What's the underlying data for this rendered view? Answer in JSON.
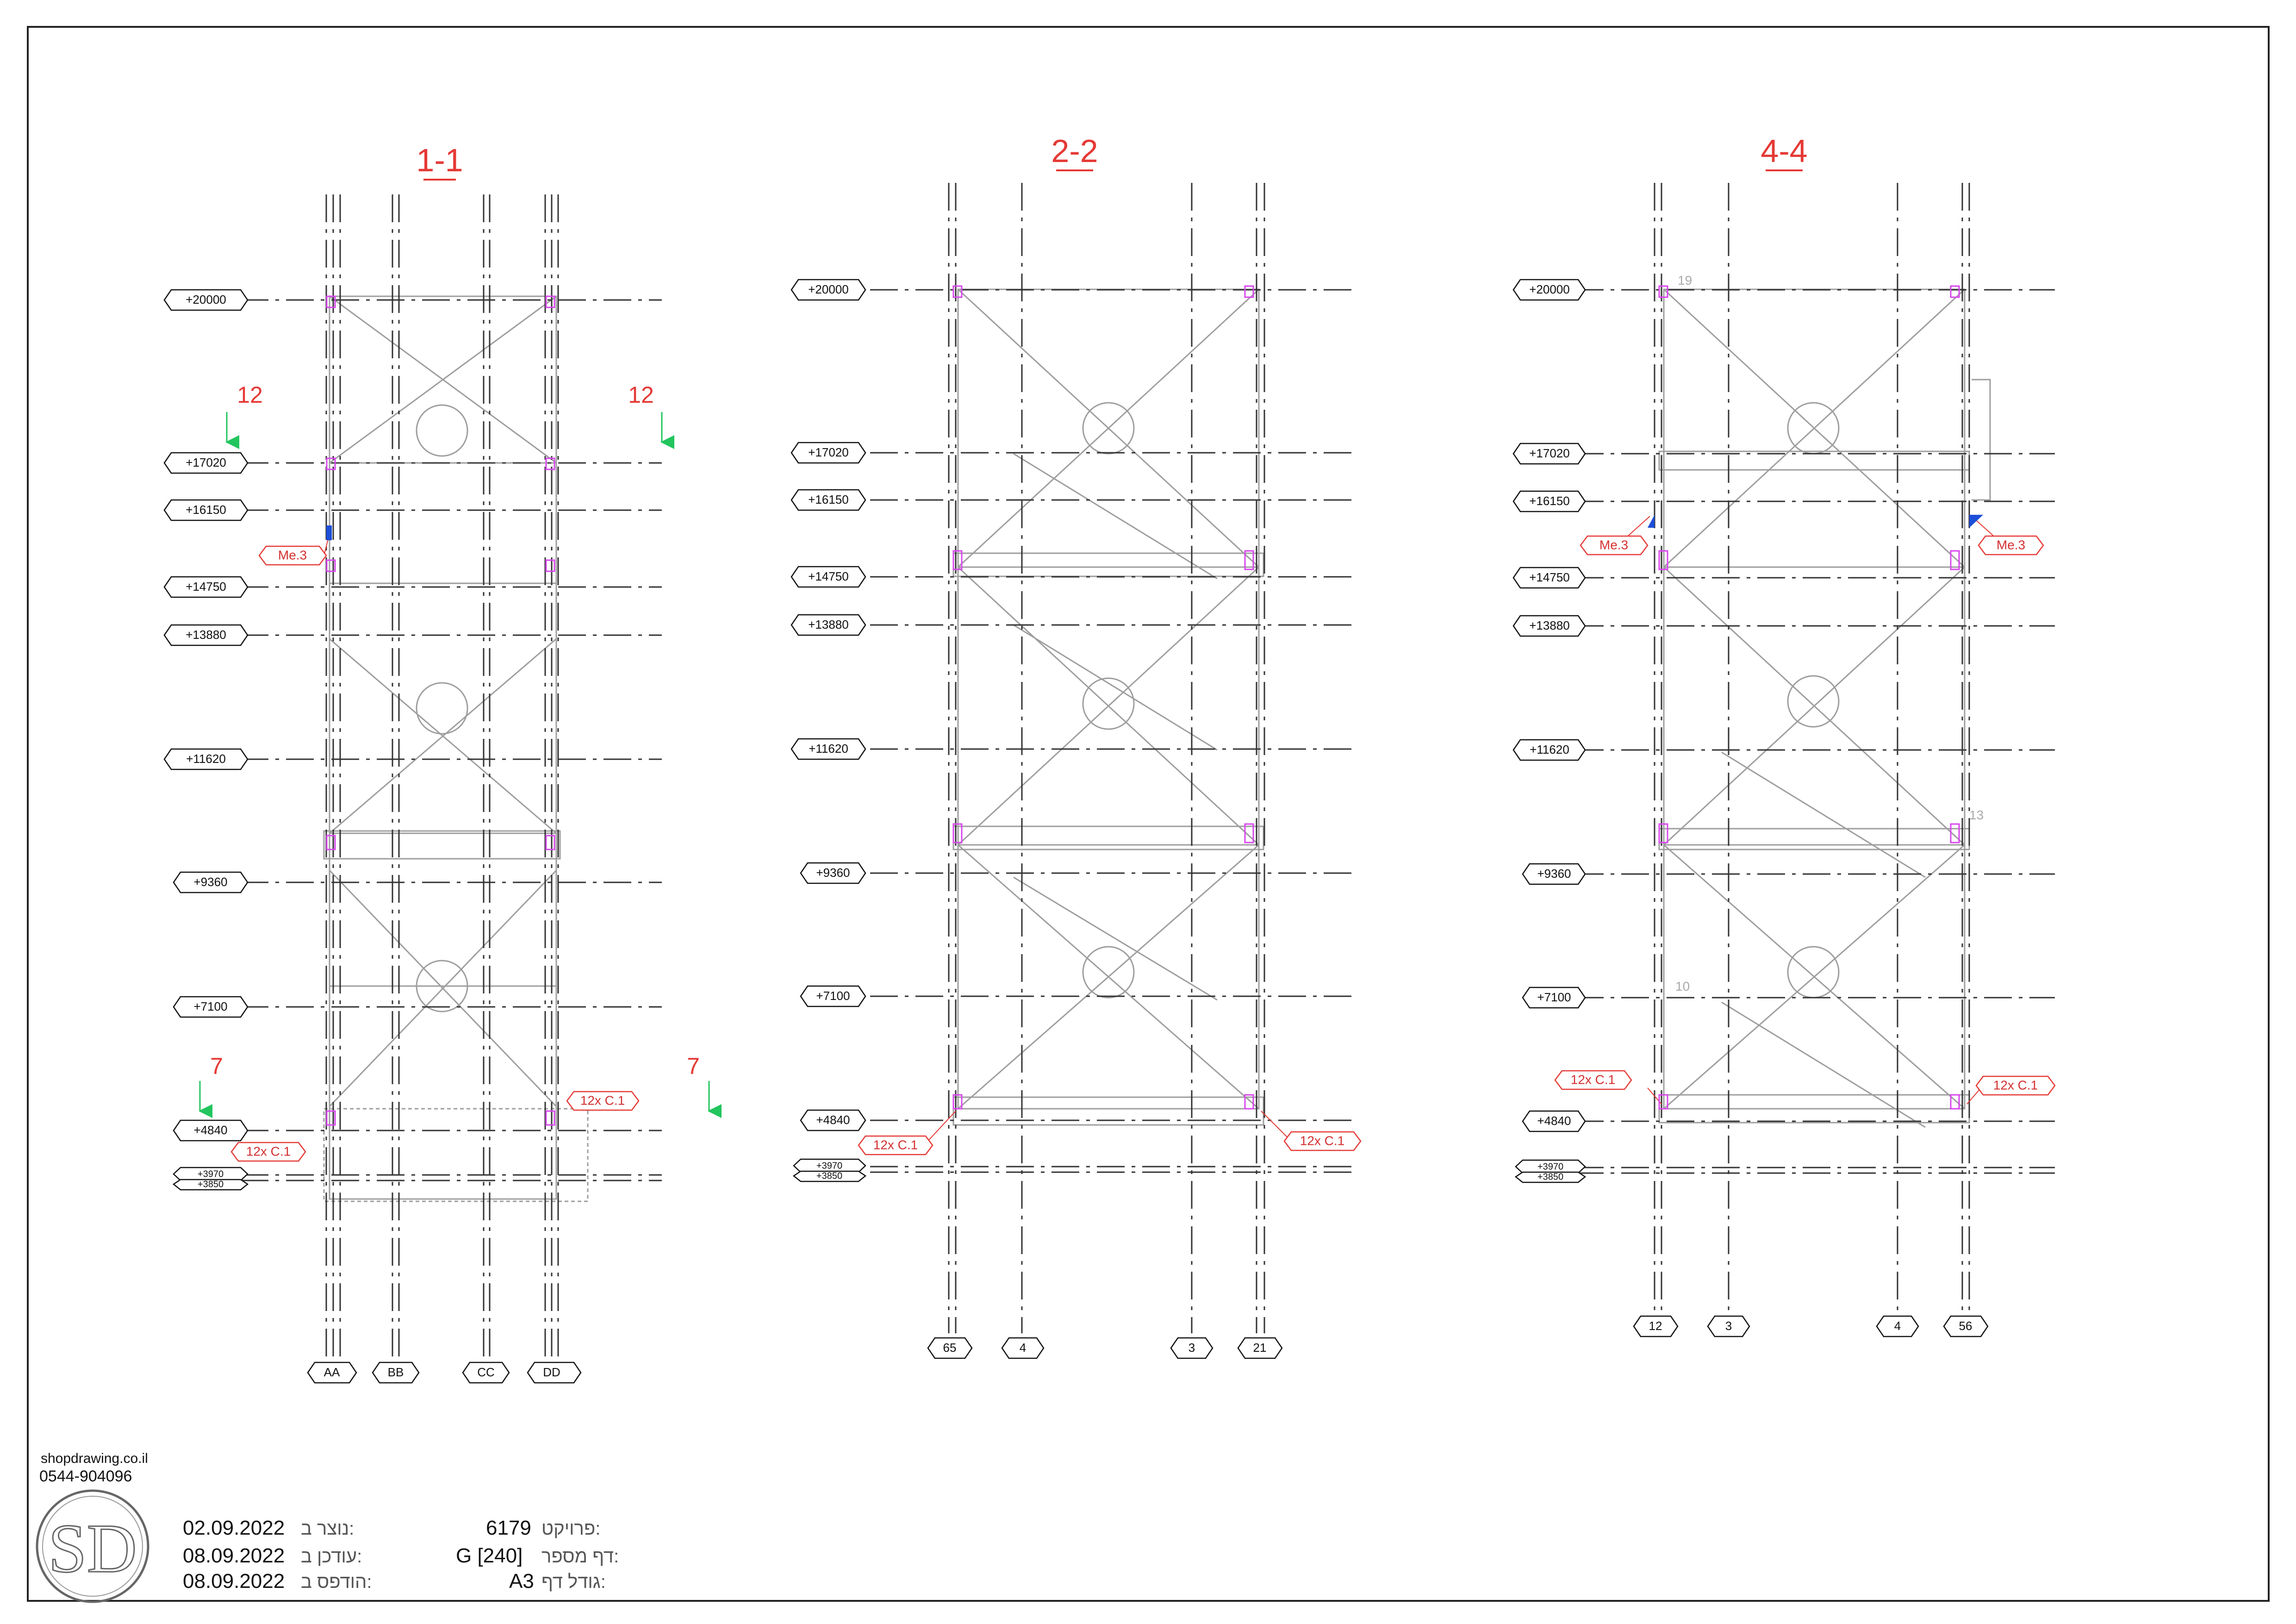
{
  "sections": [
    {
      "id": "1-1",
      "title": "1-1",
      "levels": [
        "+20000",
        "+17020",
        "+16150",
        "+14750",
        "+13880",
        "+11620",
        "+9360",
        "+7100",
        "+4840",
        "+3970",
        "+3850"
      ],
      "grid_labels": [
        "AA",
        "BB",
        "CC",
        "DD"
      ],
      "tags": [
        "Me.3",
        "12x C.1",
        "12x C.1"
      ],
      "section_marks": [
        "12",
        "12",
        "7",
        "7"
      ]
    },
    {
      "id": "2-2",
      "title": "2-2",
      "levels": [
        "+20000",
        "+17020",
        "+16150",
        "+14750",
        "+13880",
        "+11620",
        "+9360",
        "+7100",
        "+4840",
        "+3970",
        "+3850"
      ],
      "grid_labels": [
        "65",
        "4",
        "3",
        "21"
      ],
      "tags": [
        "12x C.1",
        "12x C.1"
      ]
    },
    {
      "id": "4-4",
      "title": "4-4",
      "levels": [
        "+20000",
        "+17020",
        "+16150",
        "+14750",
        "+13880",
        "+11620",
        "+9360",
        "+7100",
        "+4840",
        "+3970",
        "+3850"
      ],
      "grid_labels": [
        "12",
        "3",
        "4",
        "56"
      ],
      "tags": [
        "Me.3",
        "Me.3",
        "12x C.1",
        "12x C.1"
      ],
      "node_numbers": [
        "19",
        "13",
        "10"
      ]
    }
  ],
  "logo": {
    "website": "shopdrawing.co.il",
    "phone": "0544-904096",
    "initials": "SD"
  },
  "title_block": {
    "created_label": "נוצר ב:",
    "created_value": "02.09.2022",
    "updated_label": "עודכן ב:",
    "updated_value": "08.09.2022",
    "printed_label": "הודפס ב:",
    "printed_value": "08.09.2022",
    "project_label": "פרויקט:",
    "project_value": "6179",
    "sheet_no_label": "דף מספר:",
    "sheet_no_value": "G [240]",
    "sheet_size_label": "גודל דף:",
    "sheet_size_value": "A3"
  },
  "colors": {
    "annotation_red": "#e53935",
    "section_arrow_green": "#22c55e",
    "steel_line": "#9e9e9e",
    "bolt_magenta": "#d946ef",
    "weld_blue": "#1d4ed8"
  }
}
